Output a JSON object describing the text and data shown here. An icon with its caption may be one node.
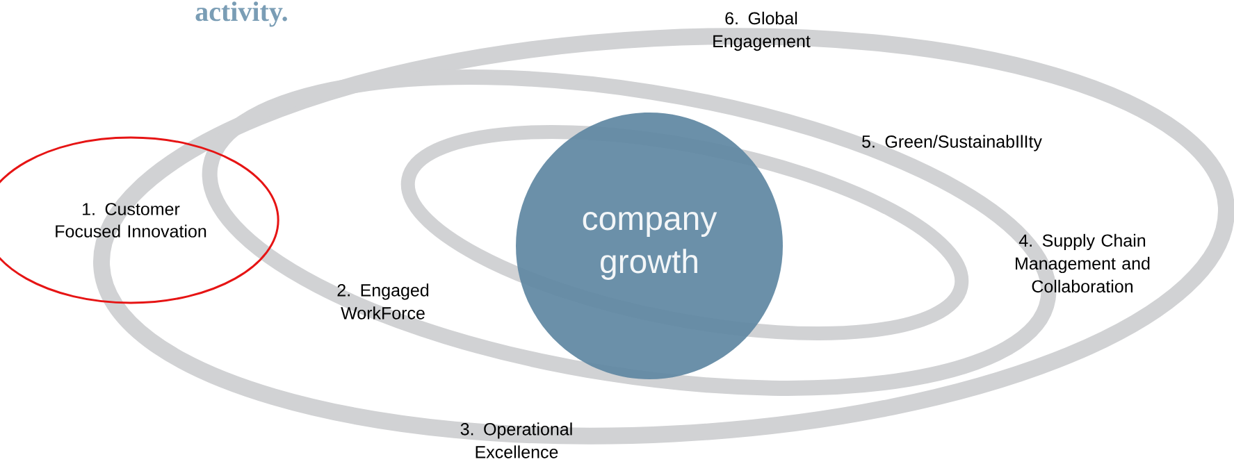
{
  "diagram": {
    "title": "activity.",
    "nodes": [
      {
        "text": [
          "1. Customer Focused Innovation"
        ]
      },
      {
        "text": [
          "company growth"
        ]
      }
    ],
    "labels": [
      "6. Global Engagement",
      "5. Green/SustainabIlIty",
      "4. Supply Chain Management and Collaboration",
      "2. Engaged WorkForce",
      "3. Operational Excellence"
    ]
  }
}
